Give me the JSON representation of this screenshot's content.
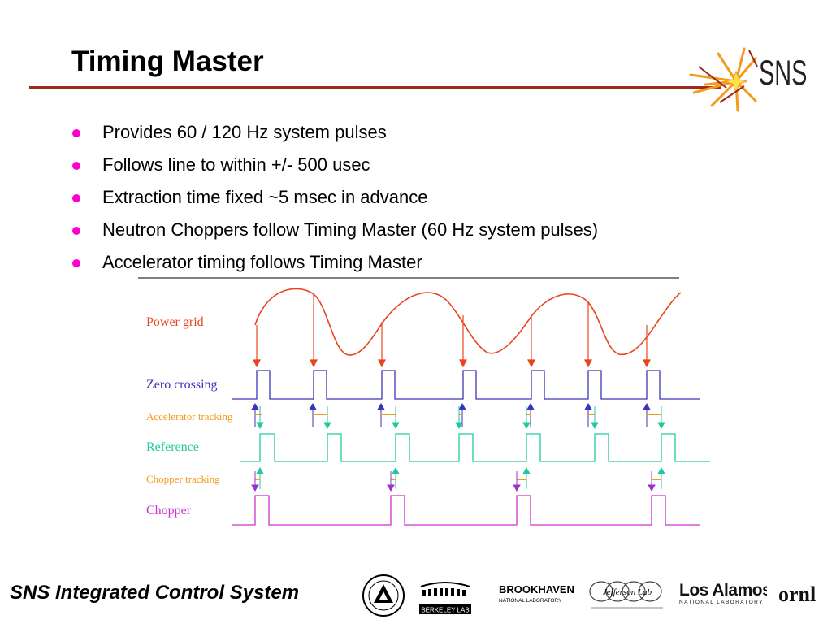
{
  "slide": {
    "title": "Timing Master",
    "bullets": [
      "Provides 60 / 120 Hz system pulses",
      "Follows line to within +/- 500 usec",
      "Extraction time fixed ~5 msec in advance",
      "Neutron Choppers follow Timing Master (60 Hz system pulses)",
      "Accelerator timing follows Timing Master"
    ],
    "footer": "SNS Integrated Control System"
  },
  "logo": {
    "text": "SNS"
  },
  "diagram": {
    "signals": [
      {
        "name": "Power grid",
        "color": "#e8451e"
      },
      {
        "name": "Zero crossing",
        "color": "#3a35b8"
      },
      {
        "name": "Accelerator tracking",
        "color": "#f59a1b"
      },
      {
        "name": "Reference",
        "color": "#22c9a0"
      },
      {
        "name": "Chopper tracking",
        "color": "#f59a1b"
      },
      {
        "name": "Chopper",
        "color": "#cc33cc"
      }
    ]
  },
  "partner_logos": {
    "brookhaven": {
      "line1": "BROOKHAVEN",
      "line2": "NATIONAL LABORATORY"
    },
    "berkeley": {
      "label": "BERKELEY LAB"
    },
    "jefferson": {
      "label": "Jefferson Lab"
    },
    "losalamos": {
      "line1": "Los Alamos",
      "line2": "NATIONAL LABORATORY"
    },
    "ornl": {
      "label": "ornl"
    }
  }
}
